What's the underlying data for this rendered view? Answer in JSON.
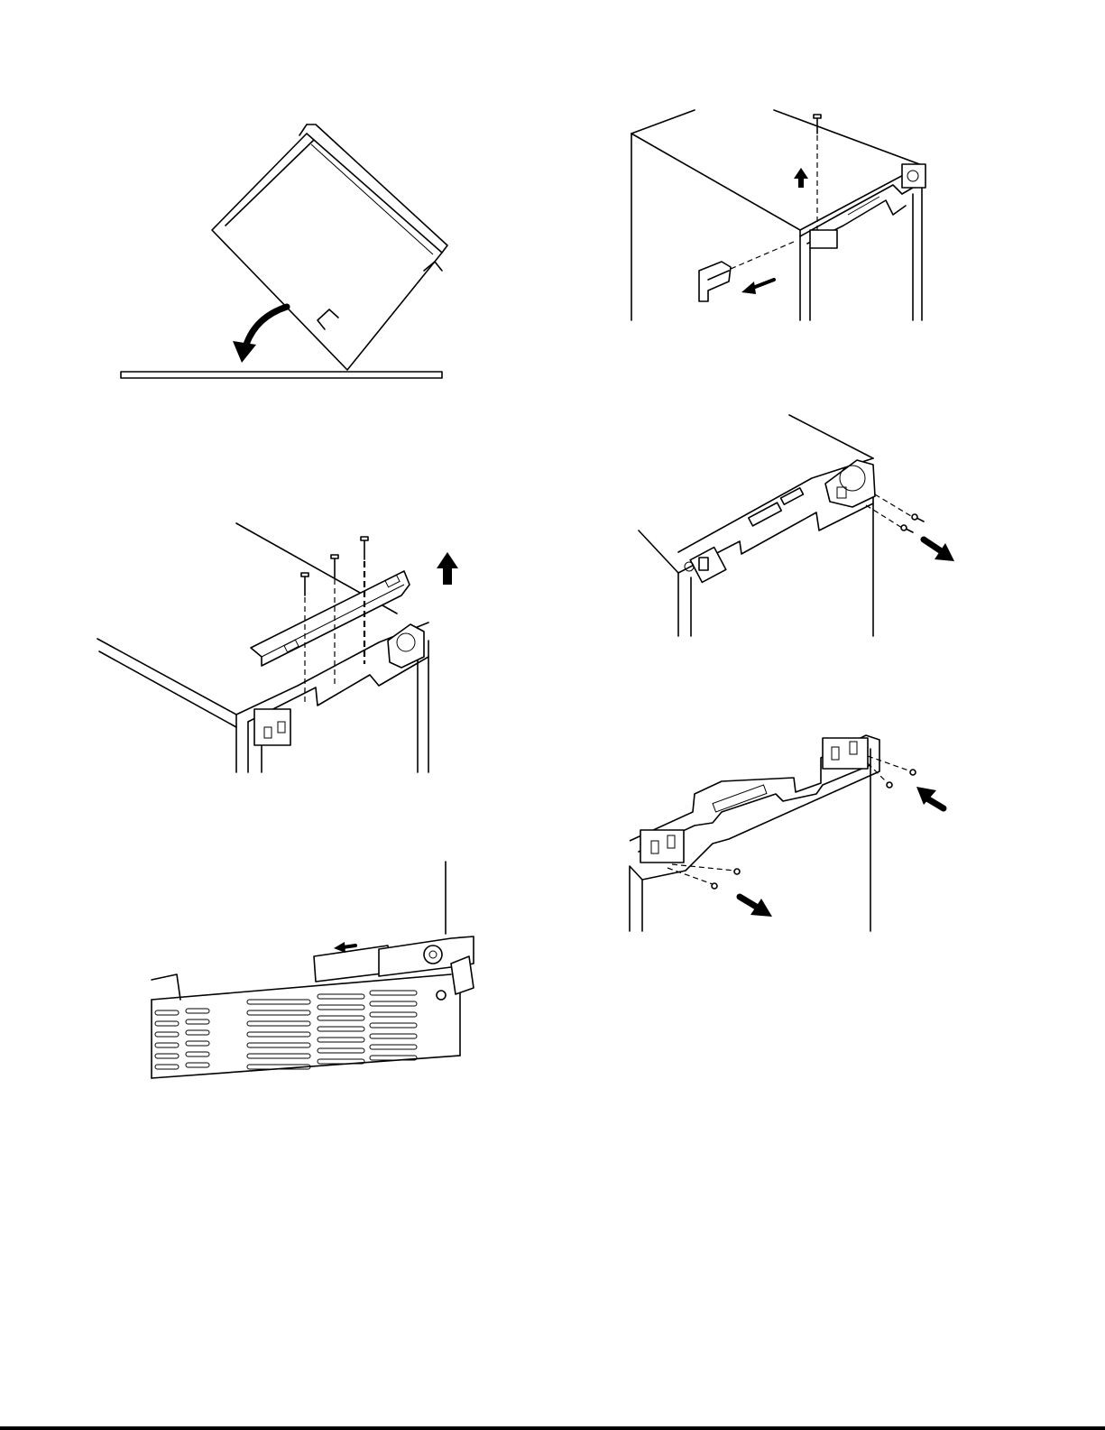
{
  "colors": {
    "ink": "#000000",
    "paper": "#ffffff"
  },
  "figures": [
    {
      "id": "fig-tilt-cabinet",
      "icon": "curved-arrow-icon"
    },
    {
      "id": "fig-remove-hinge-cover",
      "icon": "arrow-up-icon"
    },
    {
      "id": "fig-remove-top-brace",
      "icon": "arrow-up-icon"
    },
    {
      "id": "fig-remove-hinge-screws",
      "icon": "arrow-out-icon"
    },
    {
      "id": "fig-slide-toe-grille",
      "icon": "arrow-left-icon"
    },
    {
      "id": "fig-move-door-brackets",
      "icon": "arrow-in-icon"
    }
  ]
}
